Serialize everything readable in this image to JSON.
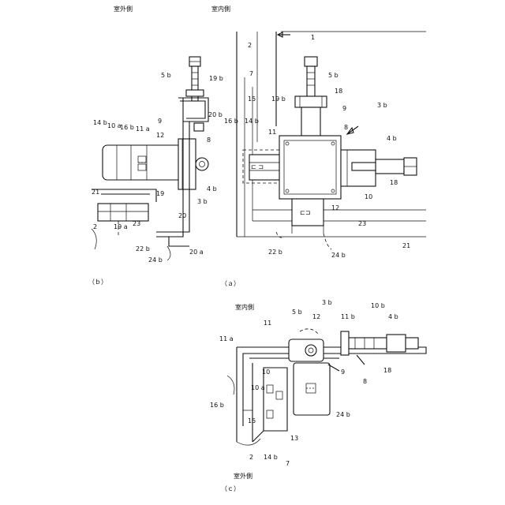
{
  "panels": {
    "a": {
      "caption": "（ａ）",
      "side_label": "室内側",
      "labels": [
        "1",
        "2",
        "7",
        "15",
        "19 b",
        "14 b",
        "16 b",
        "5 b",
        "18",
        "9",
        "3 b",
        "8",
        "11",
        "4 b",
        "18",
        "10",
        "12",
        "22 b",
        "24 b",
        "23",
        "21"
      ]
    },
    "b": {
      "caption": "（ｂ）",
      "side_label": "室外側",
      "labels": [
        "5 b",
        "19 b",
        "14 b",
        "10 a",
        "16 b",
        "11 a",
        "9",
        "20 b",
        "12",
        "8",
        "19",
        "3 b",
        "4 b",
        "21",
        "2",
        "19 a",
        "23",
        "20",
        "22 b",
        "24 b",
        "20 a"
      ]
    },
    "c": {
      "caption": "（ｃ）",
      "side_label_top": "室内側",
      "side_label_bottom": "室外側",
      "labels": [
        "3 b",
        "5 b",
        "12",
        "11 b",
        "10 b",
        "4 b",
        "11 a",
        "11",
        "10",
        "10 a",
        "9",
        "18",
        "8",
        "16 b",
        "15",
        "24 b",
        "13",
        "2",
        "14 b",
        "7"
      ]
    }
  }
}
